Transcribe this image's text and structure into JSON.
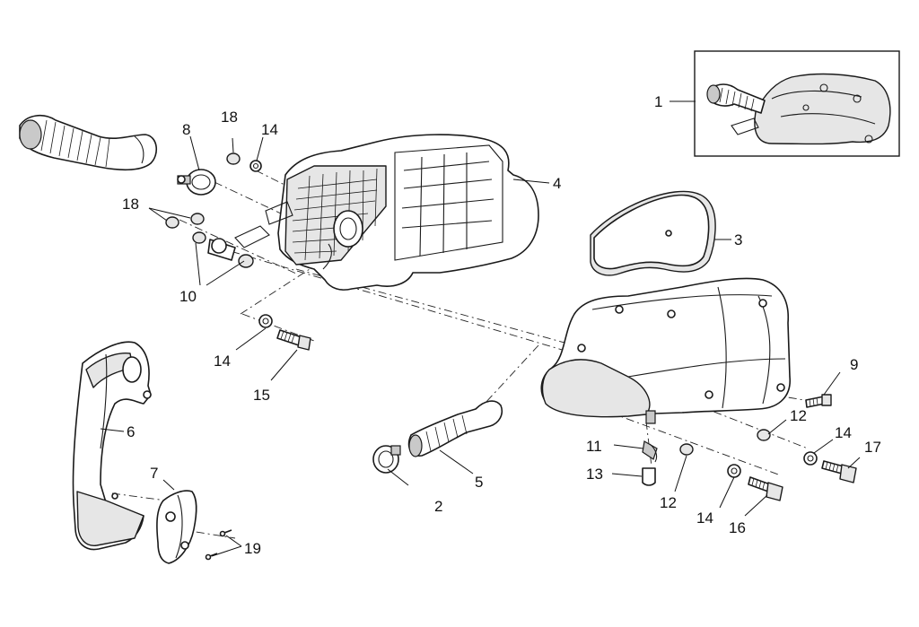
{
  "diagram": {
    "callouts": [
      {
        "id": "c1",
        "text": "1"
      },
      {
        "id": "c2",
        "text": "2"
      },
      {
        "id": "c3",
        "text": "3"
      },
      {
        "id": "c4",
        "text": "4"
      },
      {
        "id": "c5",
        "text": "5"
      },
      {
        "id": "c6",
        "text": "6"
      },
      {
        "id": "c7",
        "text": "7"
      },
      {
        "id": "c8",
        "text": "8"
      },
      {
        "id": "c9",
        "text": "9"
      },
      {
        "id": "c10",
        "text": "10"
      },
      {
        "id": "c11",
        "text": "11"
      },
      {
        "id": "c12a",
        "text": "12"
      },
      {
        "id": "c12b",
        "text": "12"
      },
      {
        "id": "c13",
        "text": "13"
      },
      {
        "id": "c14a",
        "text": "14"
      },
      {
        "id": "c14b",
        "text": "14"
      },
      {
        "id": "c14c",
        "text": "14"
      },
      {
        "id": "c14d",
        "text": "14"
      },
      {
        "id": "c15",
        "text": "15"
      },
      {
        "id": "c16",
        "text": "16"
      },
      {
        "id": "c17",
        "text": "17"
      },
      {
        "id": "c18a",
        "text": "18"
      },
      {
        "id": "c18b",
        "text": "18"
      },
      {
        "id": "c19",
        "text": "19"
      }
    ]
  }
}
